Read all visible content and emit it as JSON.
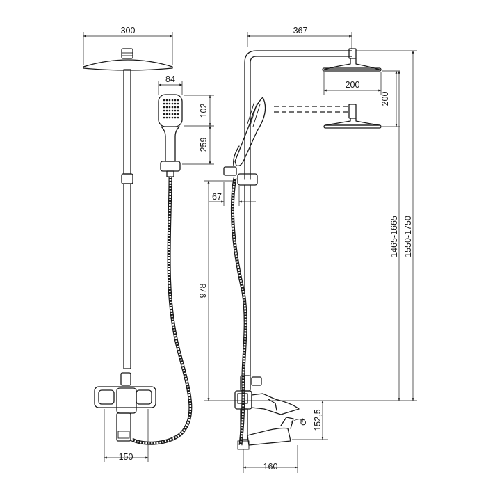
{
  "diagram": {
    "dimensions": {
      "head_width_front": "300",
      "hand_width": "84",
      "hand_face_height": "102",
      "hand_total_height": "259",
      "mixer_width": "150",
      "top_projection": "367",
      "head_diameter_side": "200",
      "head_height_side": "200",
      "holder_offset": "67",
      "mixer_height": "978",
      "head_height_range": "1465-1665",
      "total_height_range": "1550-1750",
      "spout_height": "152,5",
      "spout_projection": "160"
    },
    "annotations": {
      "rotation_symbol": "↻"
    }
  }
}
